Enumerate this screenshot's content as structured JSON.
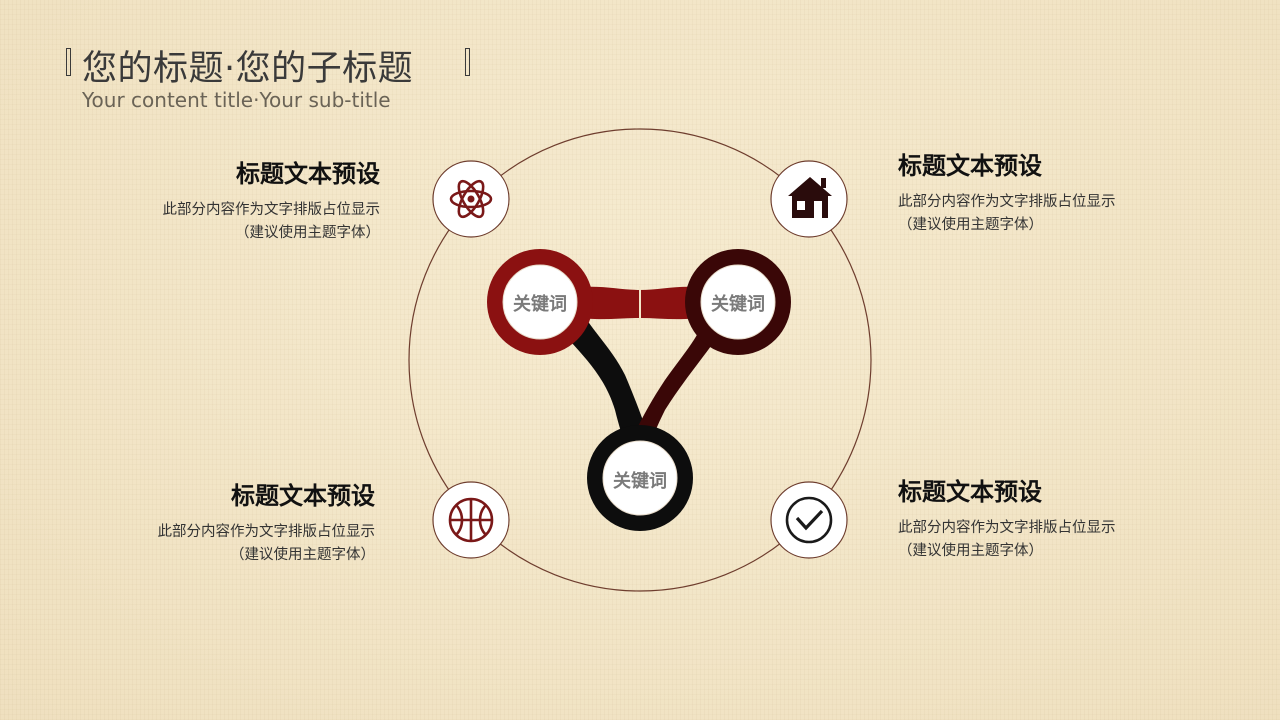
{
  "header": {
    "title": "您的标题·您的子标题",
    "subtitle": "Your content title·Your sub-title"
  },
  "blocks": [
    {
      "title": "标题文本预设",
      "line1": "此部分内容作为文字排版占位显示",
      "line2": "（建议使用主题字体）",
      "icon": "atom-icon"
    },
    {
      "title": "标题文本预设",
      "line1": "此部分内容作为文字排版占位显示",
      "line2": "（建议使用主题字体）",
      "icon": "house-icon"
    },
    {
      "title": "标题文本预设",
      "line1": "此部分内容作为文字排版占位显示",
      "line2": "（建议使用主题字体）",
      "icon": "basketball-icon"
    },
    {
      "title": "标题文本预设",
      "line1": "此部分内容作为文字排版占位显示",
      "line2": "（建议使用主题字体）",
      "icon": "check-icon"
    }
  ],
  "keywords": [
    "关键词",
    "关键词",
    "关键词"
  ],
  "colors": {
    "red": "#8b1111",
    "dark_red": "#4a0b0b",
    "black": "#0d0d0d",
    "accent": "#7a1818",
    "ring": "#6e3d2e"
  }
}
